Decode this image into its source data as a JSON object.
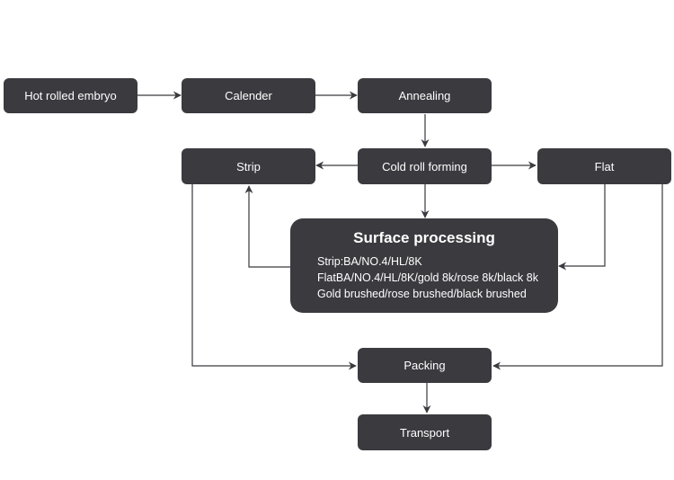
{
  "nodes": {
    "hot_rolled": "Hot rolled embryo",
    "calender": "Calender",
    "annealing": "Annealing",
    "strip": "Strip",
    "cold_roll": "Cold roll forming",
    "flat": "Flat",
    "packing": "Packing",
    "transport": "Transport"
  },
  "surface": {
    "title": "Surface processing",
    "lines": [
      "Strip:BA/NO.4/HL/8K",
      "FlatBA/NO.4/HL/8K/gold 8k/rose 8k/black 8k",
      "Gold brushed/rose brushed/black brushed"
    ]
  },
  "colors": {
    "box": "#3a3a3f",
    "text": "#ffffff",
    "arrow": "#3a3a3f"
  }
}
